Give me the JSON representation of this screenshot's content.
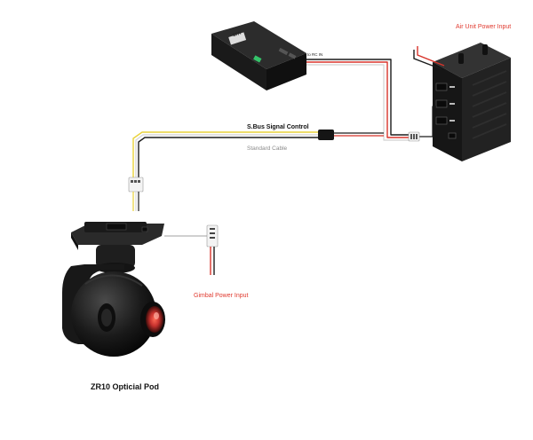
{
  "labels": {
    "air_unit_power_input": "Air Unit Power Input",
    "sbus_signal_control": "S.Bus Signal Control",
    "standard_cable": "Standard Cable",
    "gimbal_power_input": "Gimbal Power Input",
    "pod_title": "ZR10 Opticial Pod"
  },
  "device_marks": {
    "receiver_brand": "SIYI",
    "receiver_port": "to RC IN"
  },
  "colors": {
    "wire_red": "#d8342b",
    "wire_yellow": "#e9d23a",
    "wire_black": "#1b1b1b",
    "wire_white": "#d9d9d9",
    "device_body": "#1e1e1e",
    "accent_green": "#35c46a",
    "lens_red": "#c8322e"
  }
}
